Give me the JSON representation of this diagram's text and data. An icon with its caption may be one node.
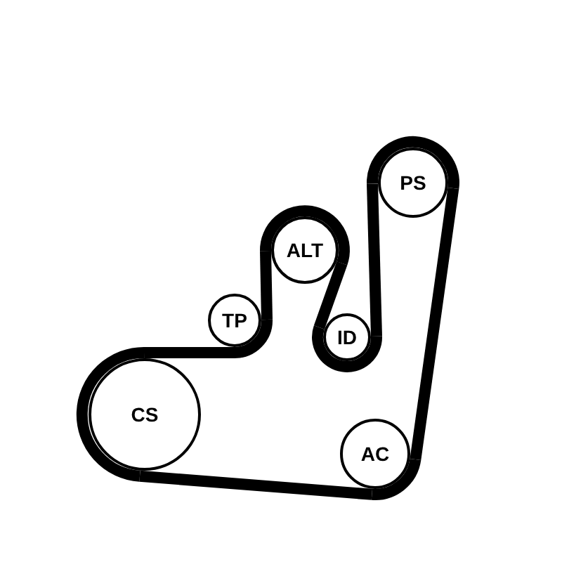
{
  "diagram": {
    "nodes": [
      {
        "text": [
          "PS"
        ]
      },
      {
        "text": [
          "ALT"
        ]
      },
      {
        "text": [
          "TP"
        ]
      },
      {
        "text": [
          "ID"
        ]
      },
      {
        "text": [
          "CS"
        ]
      },
      {
        "text": [
          "AC"
        ]
      }
    ],
    "edges": [
      {
        "from": 4,
        "to": 2,
        "arrow": "none"
      },
      {
        "from": 2,
        "to": 1,
        "arrow": "none"
      },
      {
        "from": 1,
        "to": 3,
        "arrow": "none"
      },
      {
        "from": 3,
        "to": 0,
        "arrow": "none"
      },
      {
        "from": 0,
        "to": 5,
        "arrow": "none"
      },
      {
        "from": 5,
        "to": 4,
        "arrow": "none"
      }
    ]
  }
}
